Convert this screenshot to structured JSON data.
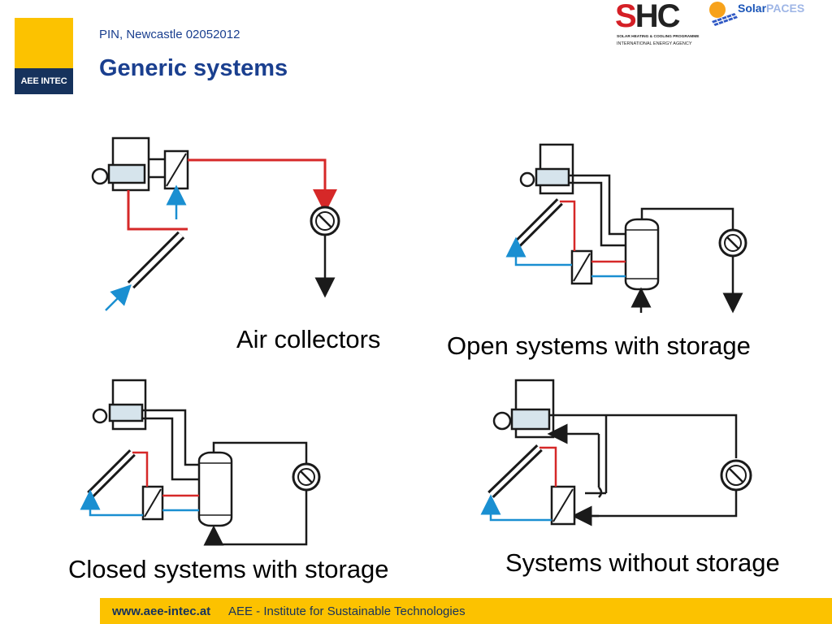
{
  "header": {
    "subtitle": "PIN, Newcastle 02052012",
    "title": "Generic systems"
  },
  "logos": {
    "left": {
      "text": "AEE INTEC"
    },
    "shc": {
      "line1": "SOLAR HEATING & COOLING PROGRAMME",
      "line2": "INTERNATIONAL ENERGY AGENCY"
    },
    "solarpaces": {
      "part1": "Solar",
      "part2": "PACES"
    }
  },
  "diagrams": {
    "air_collectors": {
      "label": "Air collectors"
    },
    "open_storage": {
      "label": "Open systems with storage"
    },
    "closed_storage": {
      "label": "Closed systems with storage"
    },
    "without_storage": {
      "label": "Systems without storage"
    }
  },
  "colors": {
    "hot_line": "#d62828",
    "cold_line": "#1a8fd1",
    "pipe": "#1a1a1a",
    "accent_yellow": "#fcc200",
    "accent_navy": "#16325c",
    "title_blue": "#1a3f8f"
  },
  "footer": {
    "url": "www.aee-intec.at",
    "institute": "AEE - Institute for Sustainable Technologies"
  }
}
